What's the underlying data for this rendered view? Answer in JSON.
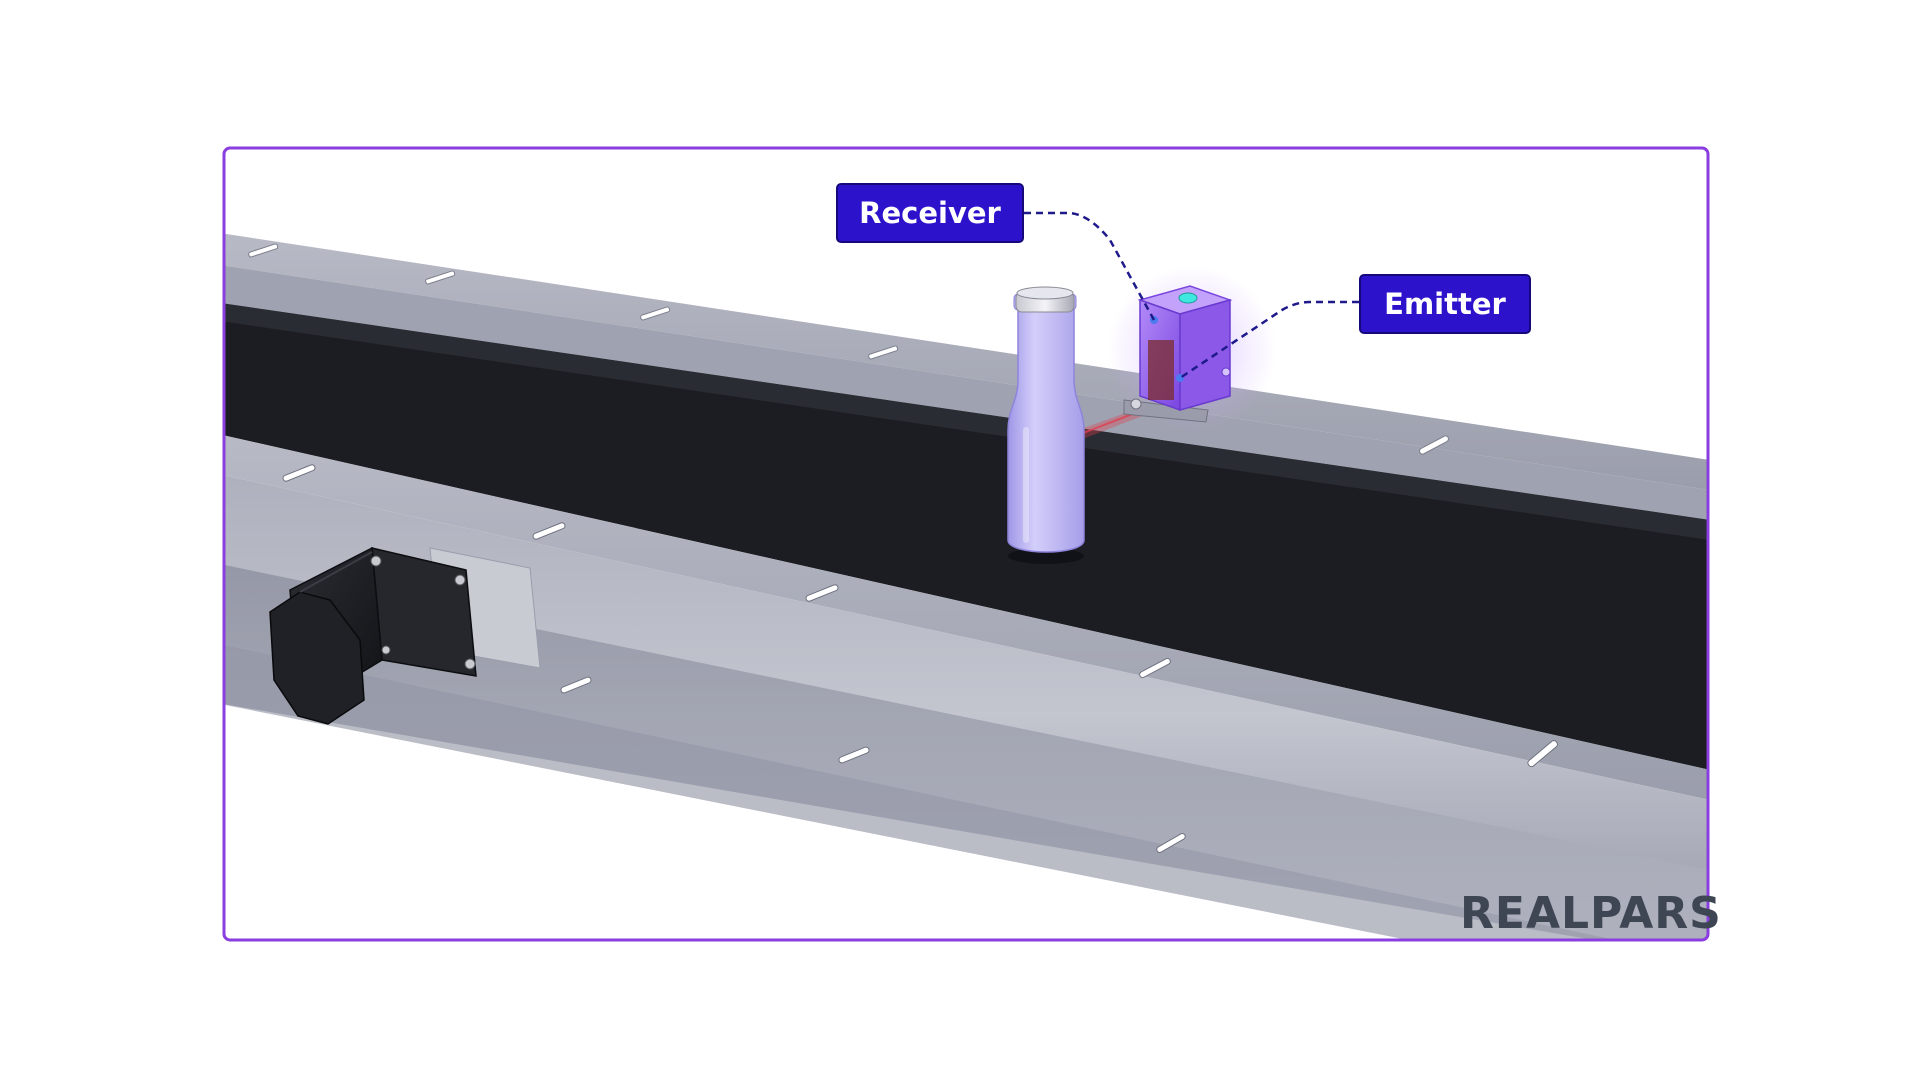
{
  "diagram": {
    "labels": {
      "receiver": "Receiver",
      "emitter": "Emitter"
    },
    "logo": {
      "text": "REALPARS"
    },
    "components": {
      "conveyor": "conveyor-belt",
      "bottle": "bottle",
      "sensor": "photoelectric-sensor",
      "motor": "stepper-motor"
    },
    "colors": {
      "frame_border": "#8a3ee0",
      "label_fill": "#2d12cc",
      "label_text": "#ffffff",
      "leader_line": "#1f1a8c",
      "belt": "#1b1d22",
      "rail": "#a3a6b6",
      "bottle": "#b7b1f0",
      "sensor": "#a070f0",
      "laser": "#e04050",
      "logo": "#3e4654"
    }
  }
}
